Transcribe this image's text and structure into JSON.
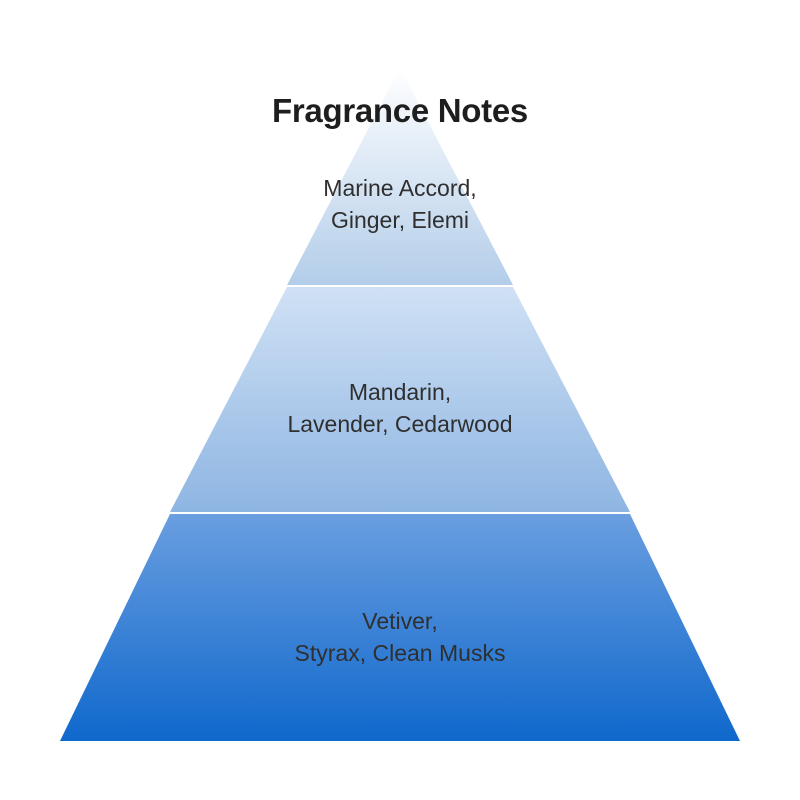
{
  "title": "Fragrance Notes",
  "tiers": [
    {
      "line1": "Marine Accord,",
      "line2": "Ginger, Elemi"
    },
    {
      "line1": "Mandarin,",
      "line2": "Lavender, Cedarwood"
    },
    {
      "line1": "Vetiver,",
      "line2": "Styrax, Clean Musks"
    }
  ],
  "colors": {
    "top_light": "#ffffff",
    "top_dark": "#b3cde9",
    "middle_light": "#d0e1f5",
    "middle_dark": "#8eb5e2",
    "base_light": "#6a9ee0",
    "base_dark": "#0f68cc",
    "separator": "#ffffff"
  }
}
